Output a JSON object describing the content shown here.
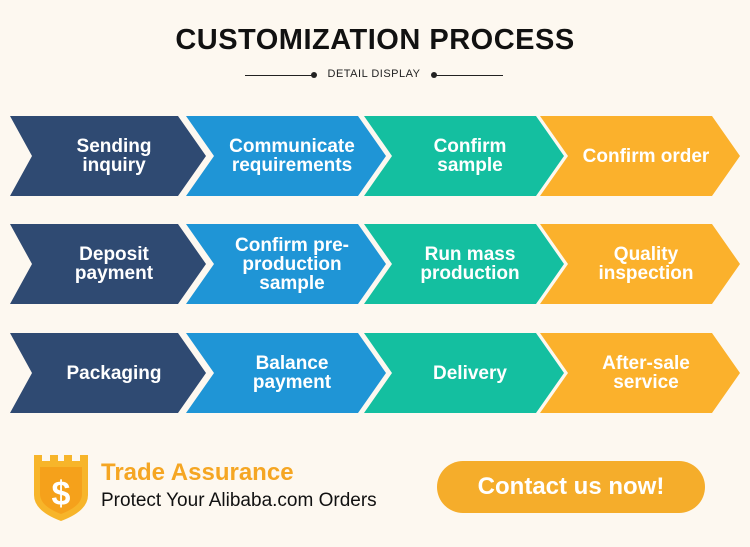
{
  "title": "CUSTOMIZATION PROCESS",
  "subtitle": "DETAIL DISPLAY",
  "rows": [
    [
      "Sending inquiry",
      "Communicate requirements",
      "Confirm sample",
      "Confirm order"
    ],
    [
      "Deposit payment",
      "Confirm pre-production sample",
      "Run mass production",
      "Quality inspection"
    ],
    [
      "Packaging",
      "Balance payment",
      "Delivery",
      "After-sale service"
    ]
  ],
  "colors": [
    "#2f4a72",
    "#1f95d6",
    "#14bfa0",
    "#fbb12c"
  ],
  "trade_assurance": {
    "icon": "dollar-shield-icon",
    "title": "Trade Assurance",
    "subtitle": "Protect Your Alibaba.com Orders"
  },
  "contact_button": "Contact us now!"
}
